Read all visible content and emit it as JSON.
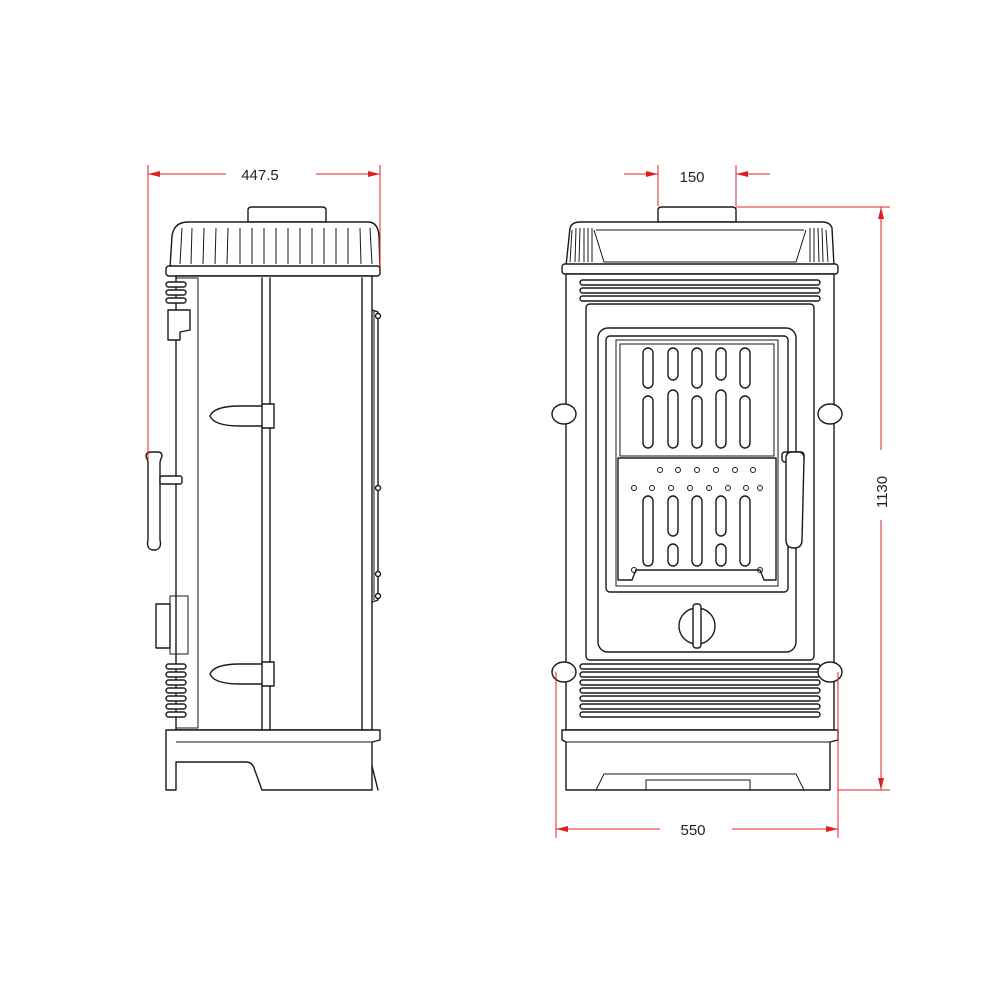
{
  "dimensions": {
    "side_depth": "447.5",
    "flue_diameter": "150",
    "height": "1130",
    "width": "550"
  },
  "colors": {
    "dimension_line": "#e02020",
    "outline": "#1a1a1a",
    "background": "#ffffff"
  }
}
